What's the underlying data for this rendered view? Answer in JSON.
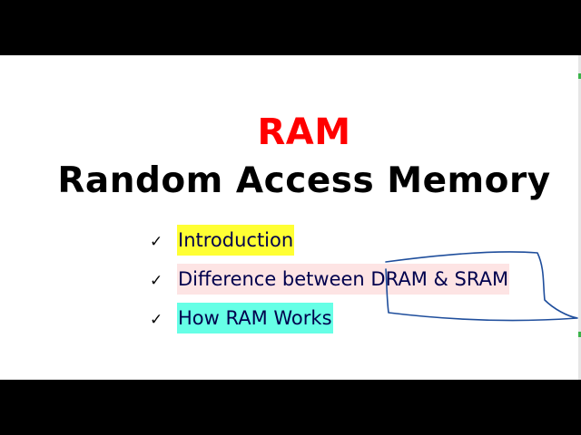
{
  "slide": {
    "title_abbr": "RAM",
    "title_full": "Random Access Memory",
    "check_glyph": "✓",
    "bullets": [
      {
        "label": "Introduction",
        "highlight": "#ffff33"
      },
      {
        "label": "Difference between DRAM & SRAM",
        "highlight": "#fde4e4"
      },
      {
        "label": "How RAM Works",
        "highlight": "#66ffe6"
      }
    ],
    "colors": {
      "title_abbr": "#ff0000",
      "text": "#00004d",
      "background": "#ffffff",
      "letterbox": "#000000",
      "annotation_ink": "#1f4e9c"
    }
  }
}
